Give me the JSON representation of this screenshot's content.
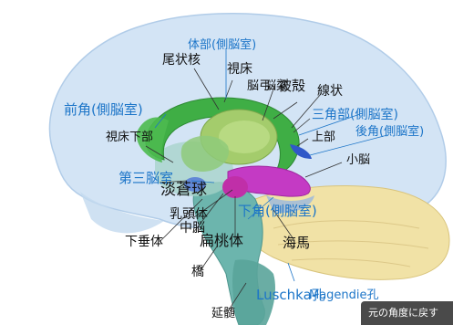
{
  "labels": {
    "body_lateral_ventricle": "体部(側脳室)",
    "caudate_nucleus": "尾状核",
    "thalamus": "視床",
    "fornix": "脳弓",
    "corpus_callosum": "脳梁",
    "putamen": "被殻",
    "striatum": "線状",
    "anterior_horn": "前角(側脳室)",
    "trigone": "三角部(側脳室)",
    "hypothalamus": "視床下部",
    "upper_part": "上部",
    "posterior_horn": "後角(側脳室)",
    "third_ventricle": "第三脳室",
    "cerebellum": "小脳",
    "globus_pallidus": "淡蒼球",
    "mammillary_body": "乳頭体",
    "inferior_horn": "下角(側脳室)",
    "midbrain": "中脳",
    "pituitary": "下垂体",
    "amygdala": "扁桃体",
    "hippocampus": "海馬",
    "pons": "橋",
    "foramen_luschka": "Luschka孔",
    "foramen_magendie": "Magendie孔",
    "medulla": "延髄"
  },
  "toolbar": {
    "restore_view_label": "元の角度に戻す"
  },
  "colors": {
    "cerebrum": "#bcd6ee",
    "ventricle": "#3fae45",
    "thalamus": "#9ec96a",
    "pallidum": "#c43ac4",
    "cerebellum": "#f1e2a6",
    "brainstem": "#58a89e",
    "label_blue": "#1c75c8"
  }
}
